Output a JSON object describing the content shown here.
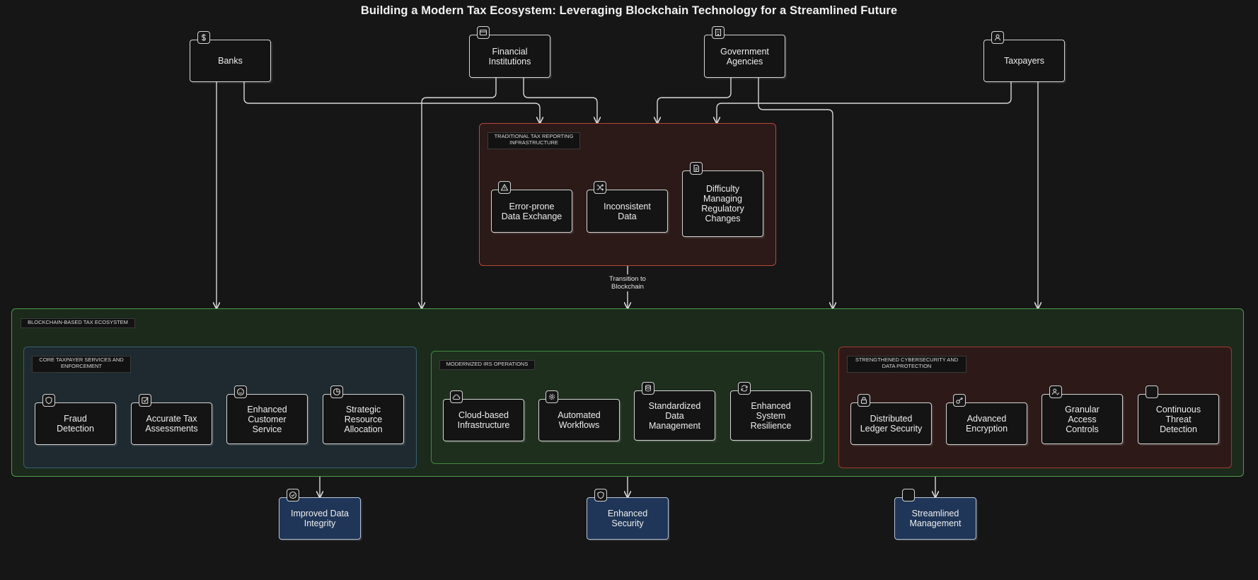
{
  "title": "Building a Modern Tax Ecosystem: Leveraging Blockchain Technology for a Streamlined Future",
  "stakeholders": {
    "banks": {
      "label": "Banks",
      "icon": "dollar-icon"
    },
    "financial": {
      "label": "Financial\nInstitutions",
      "icon": "card-icon"
    },
    "government": {
      "label": "Government\nAgencies",
      "icon": "building-icon"
    },
    "taxpayers": {
      "label": "Taxpayers",
      "icon": "user-icon"
    }
  },
  "traditional": {
    "label": "TRADITIONAL TAX REPORTING\nINFRASTRUCTURE",
    "items": [
      {
        "label": "Error-prone\nData Exchange",
        "icon": "warning-icon"
      },
      {
        "label": "Inconsistent\nData",
        "icon": "shuffle-icon"
      },
      {
        "label": "Difficulty\nManaging\nRegulatory\nChanges",
        "icon": "document-icon"
      }
    ]
  },
  "transition_label": "Transition to\nBlockchain",
  "ecosystem": {
    "label": "BLOCKCHAIN-BASED TAX ECOSYSTEM",
    "core": {
      "label": "CORE TAXPAYER SERVICES AND\nENFORCEMENT",
      "items": [
        {
          "label": "Fraud\nDetection",
          "icon": "shield-icon"
        },
        {
          "label": "Accurate Tax\nAssessments",
          "icon": "checkbox-icon"
        },
        {
          "label": "Enhanced\nCustomer\nService",
          "icon": "smile-icon"
        },
        {
          "label": "Strategic\nResource\nAllocation",
          "icon": "pie-chart-icon"
        }
      ]
    },
    "irs": {
      "label": "MODERNIZED IRS OPERATIONS",
      "items": [
        {
          "label": "Cloud-based\nInfrastructure",
          "icon": "cloud-icon"
        },
        {
          "label": "Automated\nWorkflows",
          "icon": "gear-icon"
        },
        {
          "label": "Standardized\nData\nManagement",
          "icon": "database-icon"
        },
        {
          "label": "Enhanced\nSystem\nResilience",
          "icon": "refresh-icon"
        }
      ]
    },
    "security": {
      "label": "STRENGTHENED CYBERSECURITY AND\nDATA PROTECTION",
      "items": [
        {
          "label": "Distributed\nLedger Security",
          "icon": "lock-icon"
        },
        {
          "label": "Advanced\nEncryption",
          "icon": "key-icon"
        },
        {
          "label": "Granular\nAccess\nControls",
          "icon": "user-check-icon"
        },
        {
          "label": "Continuous\nThreat\nDetection",
          "icon": "blank-icon"
        }
      ]
    }
  },
  "outcomes": [
    {
      "label": "Improved Data\nIntegrity",
      "icon": "check-badge-icon"
    },
    {
      "label": "Enhanced\nSecurity",
      "icon": "shield-icon"
    },
    {
      "label": "Streamlined\nManagement",
      "icon": "blank-icon"
    }
  ],
  "colors": {
    "background": "#161616",
    "traditional_border": "#b8483a",
    "ecosystem_border": "#4f9a4f",
    "outcome_fill": "#1f3658"
  }
}
